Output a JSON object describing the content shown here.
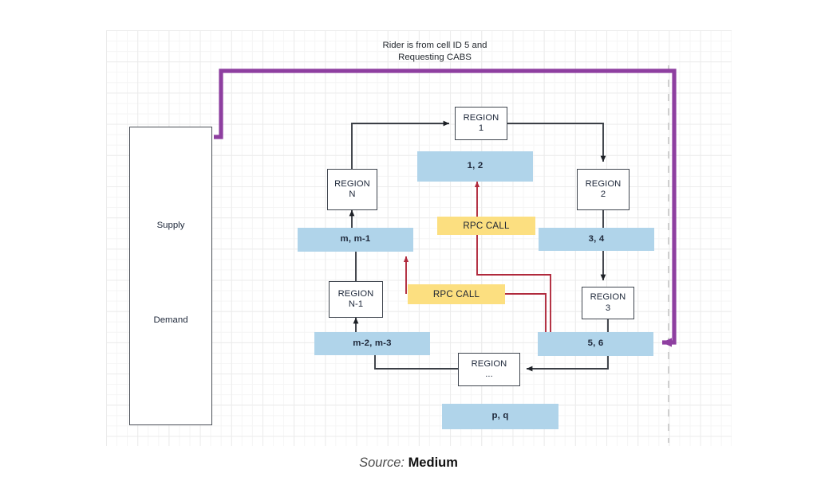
{
  "annotation": {
    "line1": "Rider is from cell ID 5 and",
    "line2": "Requesting CABS"
  },
  "supply_demand": {
    "supply_label": "Supply",
    "demand_label": "Demand"
  },
  "regions": [
    {
      "id": "region-1",
      "line1": "REGION",
      "line2": "1"
    },
    {
      "id": "region-2",
      "line1": "REGION",
      "line2": "2"
    },
    {
      "id": "region-3",
      "line1": "REGION",
      "line2": "3"
    },
    {
      "id": "region-dots",
      "line1": "REGION",
      "line2": "..."
    },
    {
      "id": "region-n",
      "line1": "REGION",
      "line2": "N"
    },
    {
      "id": "region-n-1",
      "line1": "REGION",
      "line2": "N-1"
    }
  ],
  "cells": [
    {
      "id": "cell-1-2",
      "label": "1, 2"
    },
    {
      "id": "cell-3-4",
      "label": "3, 4"
    },
    {
      "id": "cell-5-6",
      "label": "5, 6"
    },
    {
      "id": "cell-p-q",
      "label": "p, q"
    },
    {
      "id": "cell-m-m1",
      "label": "m, m-1"
    },
    {
      "id": "cell-m2-m3",
      "label": "m-2, m-3"
    }
  ],
  "rpc_calls": [
    {
      "id": "rpc-call-upper",
      "label": "RPC CALL"
    },
    {
      "id": "rpc-call-lower",
      "label": "RPC CALL"
    }
  ],
  "caption": {
    "source_word": "Source:",
    "source_name": "Medium"
  },
  "colors": {
    "cell_fill": "#b0d4ea",
    "rpc_fill": "#fcdf80",
    "request_flow": "#8e3fa0",
    "rpc_flow": "#c0394b",
    "node_stroke": "#40464f",
    "connector": "#3b3f46",
    "grid_line": "#ebebeb",
    "dashed_divider": "#cfcfcf"
  }
}
